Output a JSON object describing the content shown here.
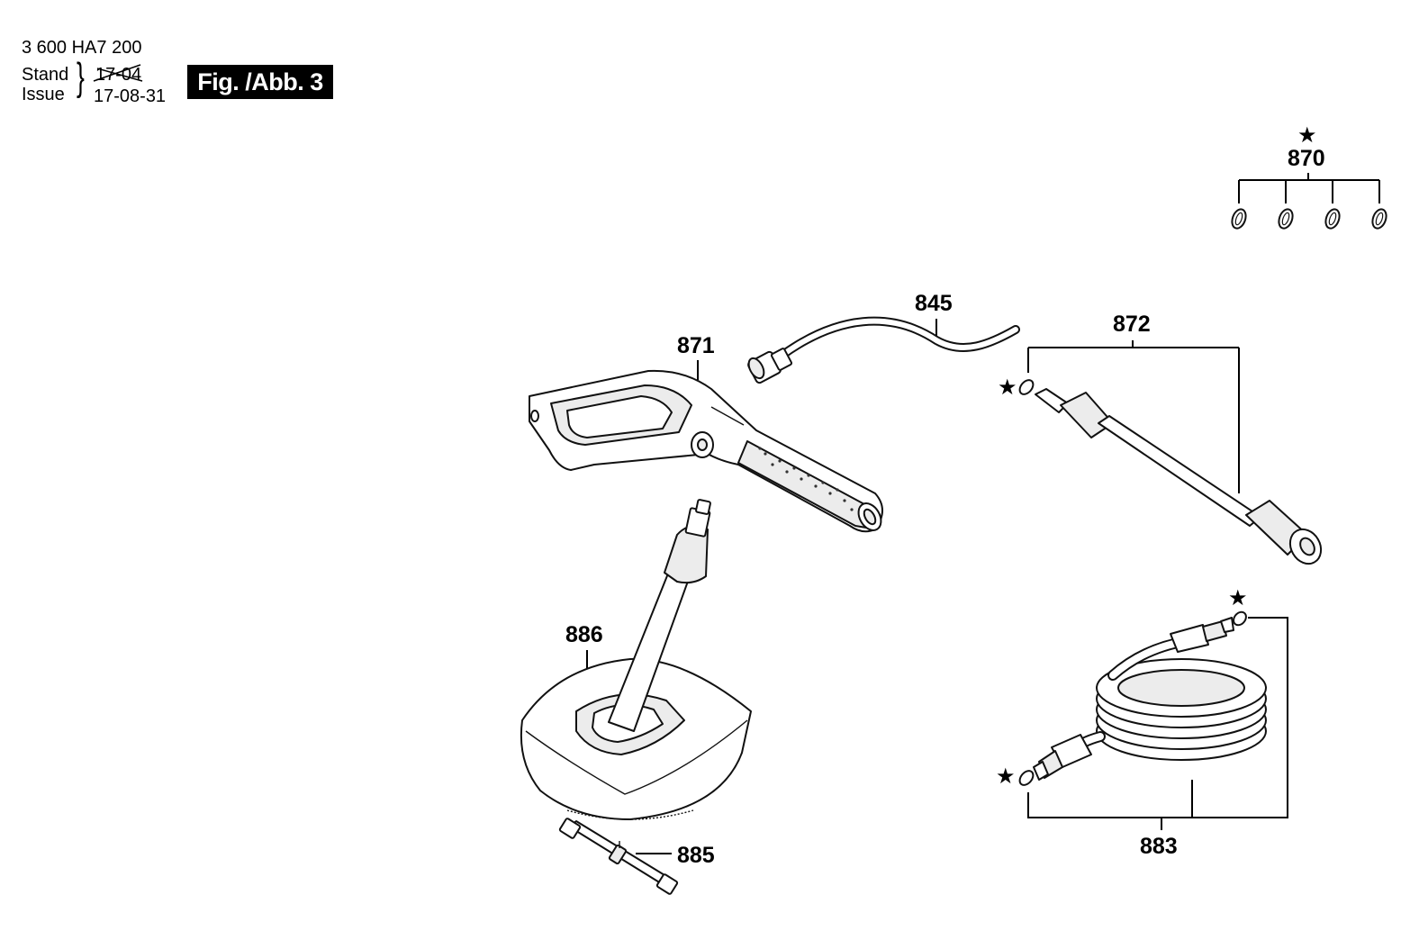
{
  "header": {
    "part_number": "3 600 HA7 200",
    "stand_label": "Stand",
    "issue_label": "Issue",
    "stand_date": "17-04",
    "issue_date": "17-08-31",
    "figure_label": "Fig. /Abb. 3"
  },
  "parts": {
    "p870": "870",
    "p845": "845",
    "p871": "871",
    "p872": "872",
    "p886": "886",
    "p885": "885",
    "p883": "883"
  },
  "marker_symbol": "★"
}
